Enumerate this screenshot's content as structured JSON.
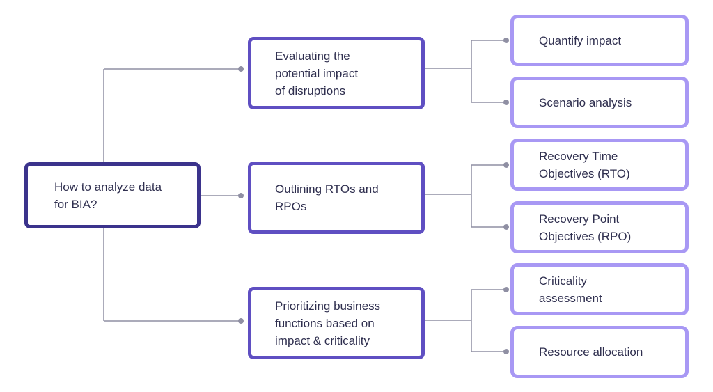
{
  "colors": {
    "root_border": "#3b338c",
    "branch_border": "#5f4fc2",
    "leaf_border": "#a898f4",
    "connector": "#8f8fa3",
    "text": "#2f2f4f"
  },
  "root": {
    "label": "How to analyze data\nfor BIA?"
  },
  "branches": [
    {
      "label": "Evaluating the\npotential impact\nof disruptions",
      "leaves": [
        "Quantify impact",
        "Scenario analysis"
      ]
    },
    {
      "label": "Outlining RTOs and\nRPOs",
      "leaves": [
        "Recovery Time\nObjectives (RTO)",
        "Recovery Point\nObjectives (RPO)"
      ]
    },
    {
      "label": "Prioritizing business\nfunctions based on\nimpact & criticality",
      "leaves": [
        "Criticality\nassessment",
        "Resource allocation"
      ]
    }
  ]
}
